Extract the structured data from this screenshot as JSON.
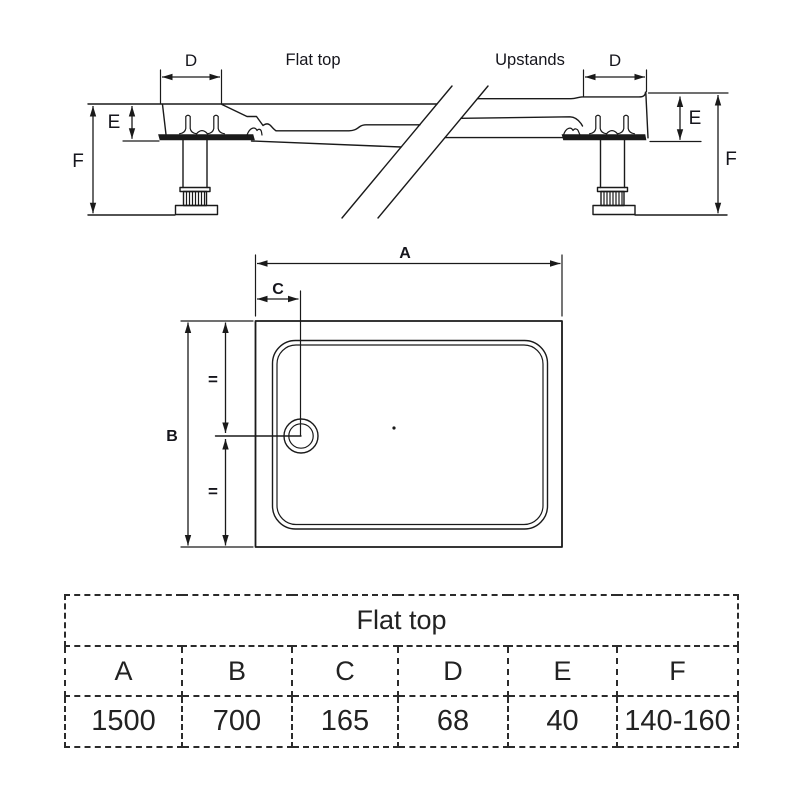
{
  "side_view": {
    "labels": {
      "d_left": "D",
      "flat_top": "Flat top",
      "upstands": "Upstands",
      "d_right": "D",
      "e_left": "E",
      "f_left": "F",
      "e_right": "E",
      "f_right": "F"
    }
  },
  "plan_view": {
    "labels": {
      "a": "A",
      "c": "C",
      "b": "B",
      "equal_upper": "=",
      "equal_lower": "="
    }
  },
  "spec_table": {
    "header": "Flat top",
    "columns": [
      "A",
      "B",
      "C",
      "D",
      "E",
      "F"
    ],
    "values": [
      "1500",
      "700",
      "165",
      "68",
      "40",
      "140-160"
    ]
  },
  "colors": {
    "line": "#1a1a1a",
    "text": "#15151c",
    "background": "#ffffff"
  }
}
